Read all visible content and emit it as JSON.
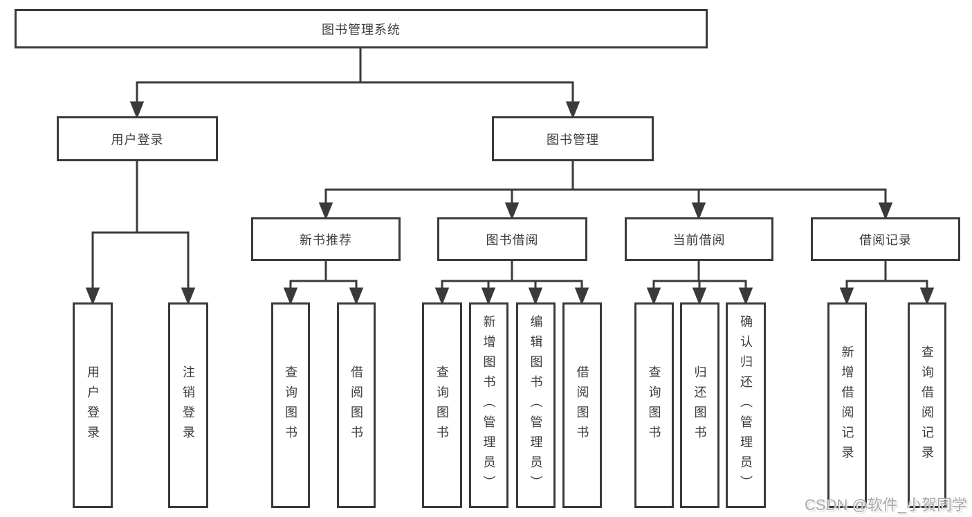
{
  "diagram": {
    "type": "tree",
    "root": {
      "label": "图书管理系统"
    },
    "level2": [
      {
        "label": "用户登录"
      },
      {
        "label": "图书管理"
      }
    ],
    "level3": [
      {
        "label": "新书推荐",
        "parent": "图书管理"
      },
      {
        "label": "图书借阅",
        "parent": "图书管理"
      },
      {
        "label": "当前借阅",
        "parent": "图书管理"
      },
      {
        "label": "借阅记录",
        "parent": "图书管理"
      }
    ],
    "leaves": {
      "user_login": [
        {
          "label": "用户登录"
        },
        {
          "label": "注销登录"
        }
      ],
      "new_book_recommend": [
        {
          "label": "查询图书"
        },
        {
          "label": "借阅图书"
        }
      ],
      "book_borrowing": [
        {
          "label": "查询图书"
        },
        {
          "label": "新增图书（管理员）"
        },
        {
          "label": "编辑图书（管理员）"
        },
        {
          "label": "借阅图书"
        }
      ],
      "current_borrowing": [
        {
          "label": "查询图书"
        },
        {
          "label": "归还图书"
        },
        {
          "label": "确认归还（管理员）"
        }
      ],
      "borrowing_records": [
        {
          "label": "新增借阅记录"
        },
        {
          "label": "查询借阅记录"
        }
      ]
    }
  },
  "watermark": {
    "text": "CSDN @软件_小贺同学"
  },
  "colors": {
    "line": "#3a3a3a",
    "text": "#3c3c3c",
    "background": "#ffffff",
    "watermark": "#aaaaaa"
  }
}
